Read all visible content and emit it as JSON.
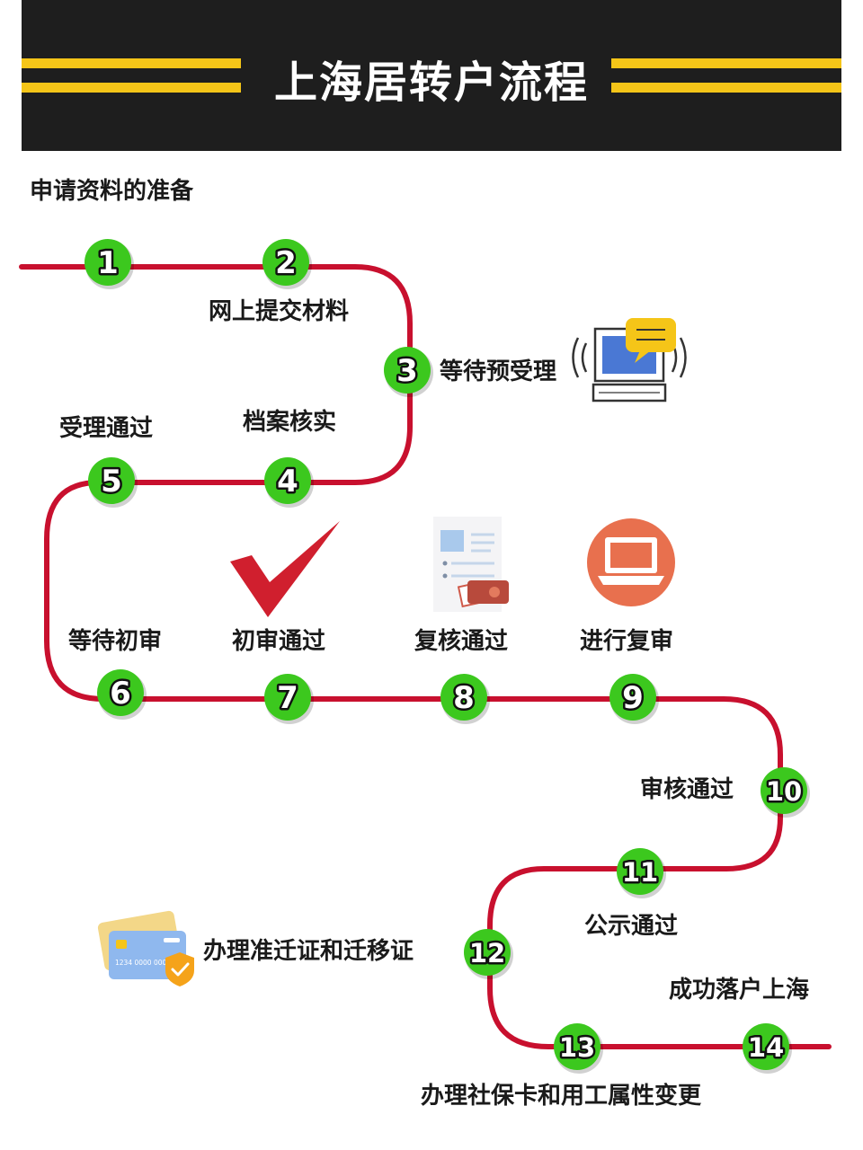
{
  "title": "上海居转户流程",
  "colors": {
    "header_bg": "#1e1e1e",
    "stripe": "#f5c518",
    "path": "#c8102e",
    "node_fill": "#3cc81e",
    "node_outline": "#111111"
  },
  "preparation_label": "申请资料的准备",
  "steps": [
    {
      "number": "1",
      "label": ""
    },
    {
      "number": "2",
      "label": "网上提交材料"
    },
    {
      "number": "3",
      "label": "等待预受理"
    },
    {
      "number": "4",
      "label": "档案核实"
    },
    {
      "number": "5",
      "label": "受理通过"
    },
    {
      "number": "6",
      "label": "等待初审"
    },
    {
      "number": "7",
      "label": "初审通过"
    },
    {
      "number": "8",
      "label": "复核通过"
    },
    {
      "number": "9",
      "label": "进行复审"
    },
    {
      "number": "10",
      "label": "审核通过"
    },
    {
      "number": "11",
      "label": "公示通过"
    },
    {
      "number": "12",
      "label": "办理准迁证和迁移证"
    },
    {
      "number": "13",
      "label": "办理社保卡和用工属性变更"
    },
    {
      "number": "14",
      "label": "成功落户上海"
    }
  ],
  "icons": {
    "computer": "computer-chat-icon",
    "checkmark": "checkmark-icon",
    "document": "document-stamp-icon",
    "laptop": "laptop-icon",
    "cards": "bank-card-shield-icon"
  },
  "card_number": "1234 0000 0000"
}
